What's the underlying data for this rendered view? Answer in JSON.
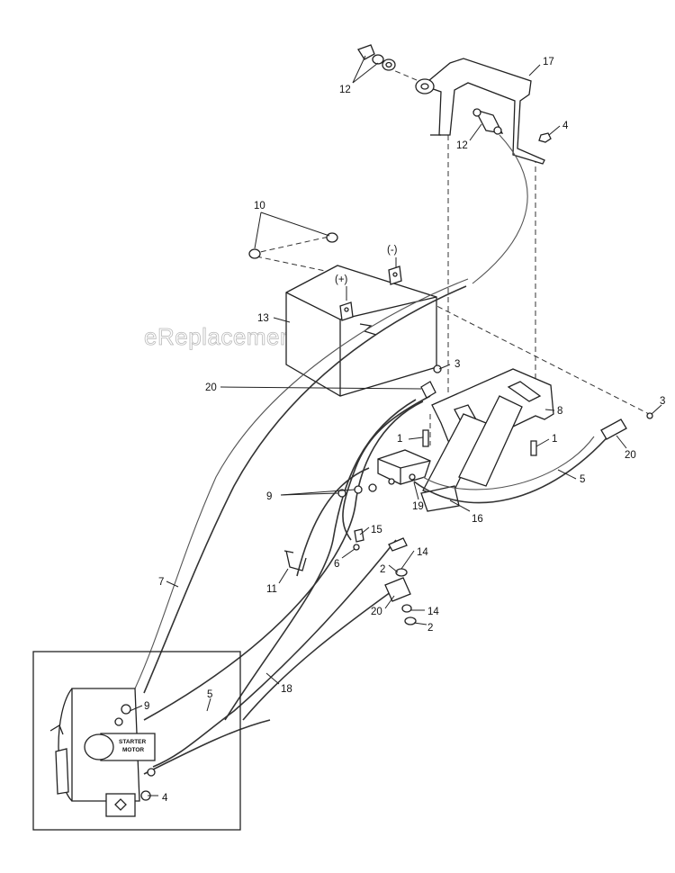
{
  "watermark": "eReplacementParts.com",
  "battery": {
    "pos_label": "(+)",
    "neg_label": "(-)"
  },
  "starter": {
    "label_line1": "STARTER",
    "label_line2": "MOTOR"
  },
  "callouts": {
    "c1a": "1",
    "c1b": "1",
    "c2a": "2",
    "c2b": "2",
    "c3a": "3",
    "c3b": "3",
    "c4a": "4",
    "c4b": "4",
    "c5a": "5",
    "c5b": "5",
    "c6": "6",
    "c7": "7",
    "c8": "8",
    "c9a": "9",
    "c9b": "9",
    "c10": "10",
    "c11": "11",
    "c12a": "12",
    "c12b": "12",
    "c13": "13",
    "c14a": "14",
    "c14b": "14",
    "c15": "15",
    "c16": "16",
    "c17": "17",
    "c18": "18",
    "c19": "19",
    "c20a": "20",
    "c20b": "20",
    "c20c": "20"
  }
}
